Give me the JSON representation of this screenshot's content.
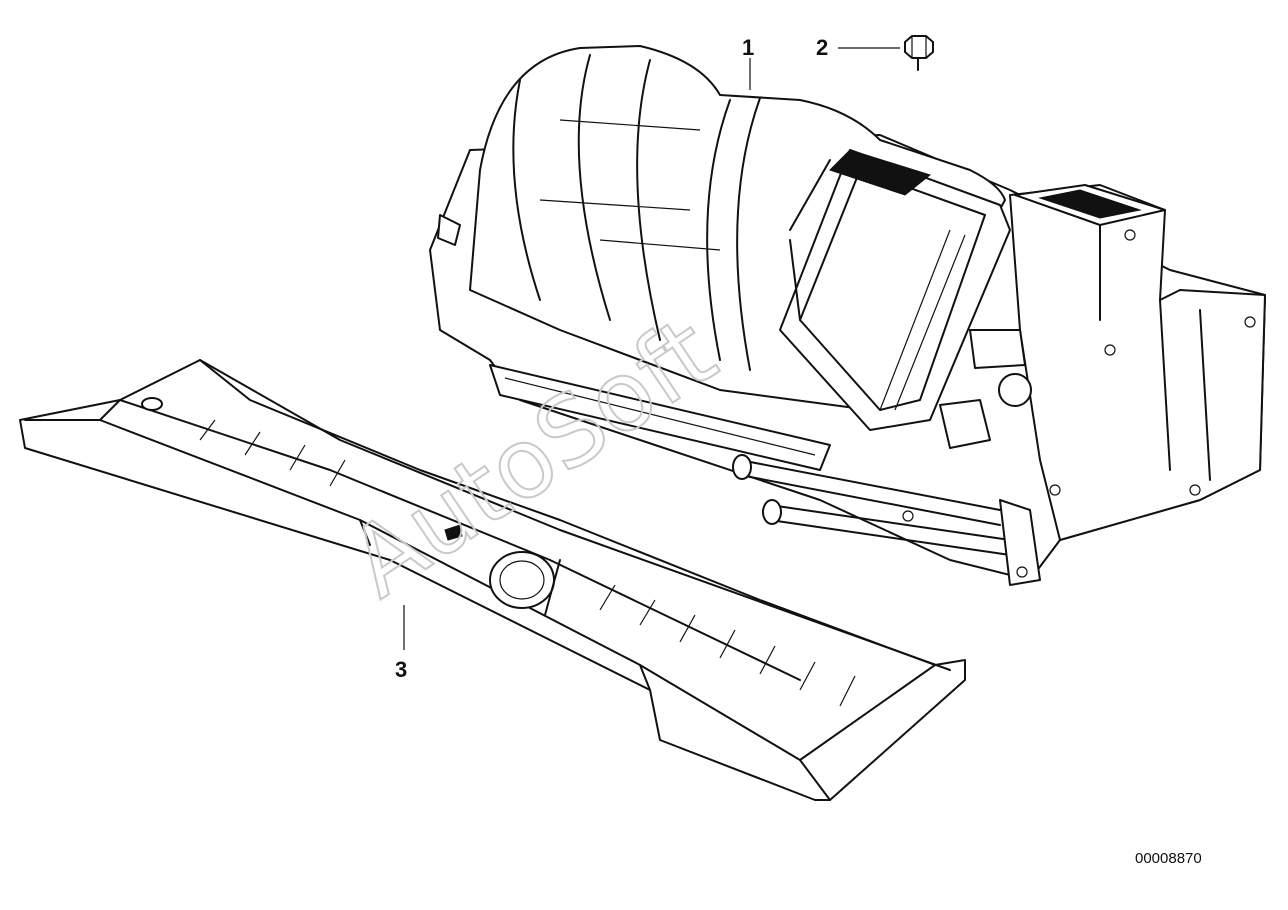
{
  "callouts": [
    {
      "id": "1",
      "label": "1"
    },
    {
      "id": "2",
      "label": "2"
    },
    {
      "id": "3",
      "label": "3"
    }
  ],
  "document_number": "00008870",
  "watermark": "AutoSoft"
}
